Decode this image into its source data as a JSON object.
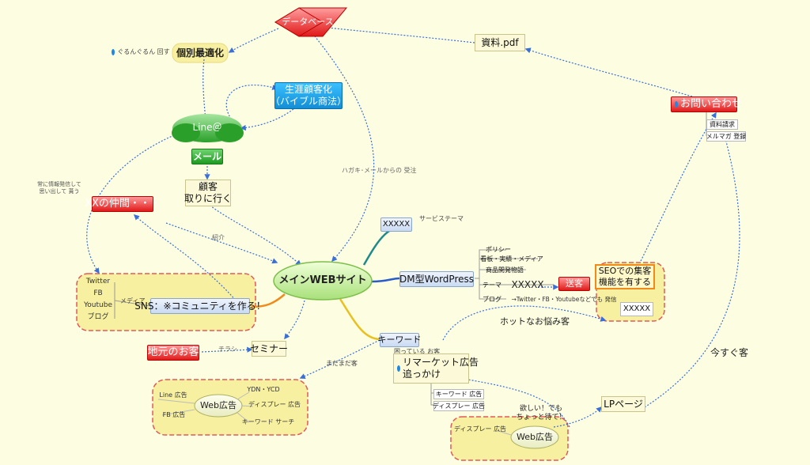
{
  "nodes": {
    "main_site": "メインWEBサイト",
    "database": "データベース",
    "shiryo_pdf": "資料.pdf",
    "individual": "個別最適化",
    "guruguru": "ぐるんぐるん 回す",
    "lifetime": "生涯顧客化\n（バイブル商法）",
    "line": "Line＠",
    "mail": "メール",
    "customer_go": "顧客\n取りに行く",
    "hagaki": "ハガキ･メールからの 受注",
    "always_info": "常に情報発信して\n思い出して 貰う",
    "xx_friends": "XXの仲間・・・",
    "shokai": "紹介",
    "sns_items": [
      "Twitter",
      "FB",
      "Youtube",
      "ブログ"
    ],
    "media": "メディア",
    "sns": "SNS：※コミュニティを作る！",
    "local_customer": "地元のお客",
    "chirashi": "チラシ",
    "seminar": "セミナー",
    "madamada": "まだまだ客",
    "web_ad_left": "Web広告",
    "line_ad": "Line 広告",
    "fb_ad": "FB 広告",
    "ydn": "YDN・YCD",
    "display_ad": "ディスプレー 広告",
    "keyword_search": "キーワード サーチ",
    "xxxxx_top": "XXXXX",
    "service_theme": "サービステーマ",
    "dm_wordpress": "DM型WordPress",
    "policy": "ポリシー",
    "kanban": "看板・実績・メディア",
    "product_story": "商品開発物語",
    "theme": "テーマ",
    "xxxxx_theme": "XXXXX",
    "blog": "ブログ",
    "blog_note": "→Twitter・FB・Youtubeなどでも 発信",
    "soukyaku": "送客",
    "seo_box": "SEOでの集客\n機能を有する",
    "xxxxx_right": "XXXXX",
    "hot_trouble": "ホットなお悩み客",
    "keyword": "キーワード",
    "kodawari": "困っている お客",
    "remarketing": "リマーケット広告\n追っかけ",
    "kw_ad": "キーワード 広告",
    "disp_ad2": "ディスプレー 広告",
    "hoshii": "欲しい！でも\nちょっと待て！",
    "web_ad_right": "Web広告",
    "disp_ad3": "ディスプレー 広告",
    "lp": "LPページ",
    "imasugu": "今すぐ客",
    "inquiry": "お問い合わせ",
    "shiryo_seikyu": "資料請求",
    "mailmag": "メルマガ 登録"
  },
  "colors": {
    "background": "#fdfde2",
    "dashed_arrow": "#3a6fd8",
    "branch_teal": "#1f8a8a",
    "branch_blue": "#2a5dc9",
    "branch_orange": "#f08a1a",
    "branch_yellow": "#e8c020",
    "cloud_fill": "#f7f0a0",
    "cloud_border": "#e05a5a"
  }
}
